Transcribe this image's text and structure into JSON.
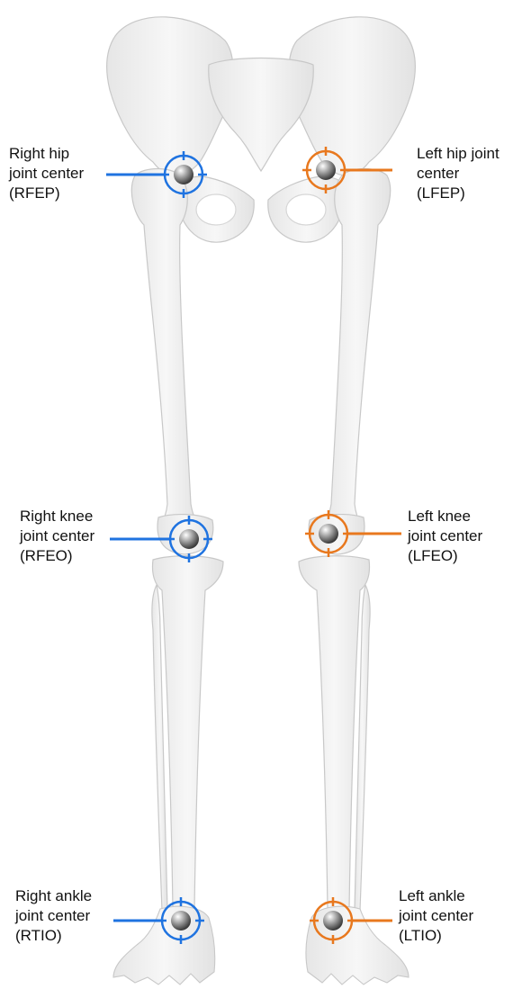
{
  "colors": {
    "right": "#1f73e0",
    "left": "#e8781e",
    "bone_fill": "#f2f2f2",
    "bone_stroke": "#c8c8c8",
    "label": "#111111"
  },
  "markers": {
    "right_hip": {
      "lines": [
        "Right hip",
        "joint center",
        "(RFEP)"
      ]
    },
    "left_hip": {
      "lines": [
        "Left hip joint",
        "center",
        "(LFEP)"
      ]
    },
    "right_knee": {
      "lines": [
        "Right knee",
        "joint center",
        "(RFEO)"
      ]
    },
    "left_knee": {
      "lines": [
        "Left knee",
        "joint center",
        "(LFEO)"
      ]
    },
    "right_ankle": {
      "lines": [
        "Right ankle",
        "joint center",
        "(RTIO)"
      ]
    },
    "left_ankle": {
      "lines": [
        "Left ankle",
        "joint center",
        "(LTIO)"
      ]
    }
  }
}
